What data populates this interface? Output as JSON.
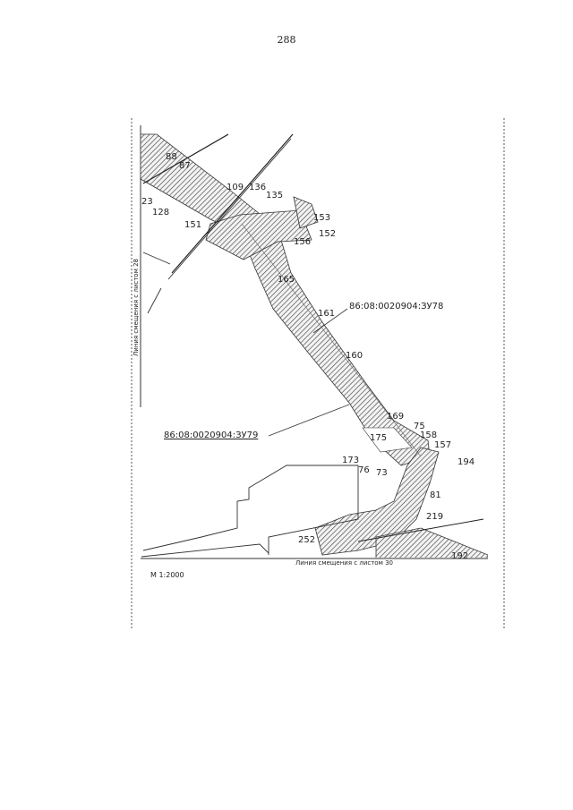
{
  "page": {
    "number": "288"
  },
  "map": {
    "scale_label": "М 1:2000",
    "offset_line_left": "Линия смещения с листом 28",
    "offset_line_bottom": "Линия смещения с листом 30",
    "parcels": {
      "upper": "86:08:0020904:ЗУ78",
      "lower": "86:08:0020904:ЗУ79"
    },
    "point_labels": [
      "88",
      "87",
      "23",
      "128",
      "109",
      "136",
      "135",
      "153",
      "152",
      "156",
      "151",
      "165",
      "161",
      "160",
      "169",
      "75",
      "175",
      "158",
      "157",
      "194",
      "173",
      "76",
      "73",
      "81",
      "219",
      "252",
      "192"
    ]
  }
}
